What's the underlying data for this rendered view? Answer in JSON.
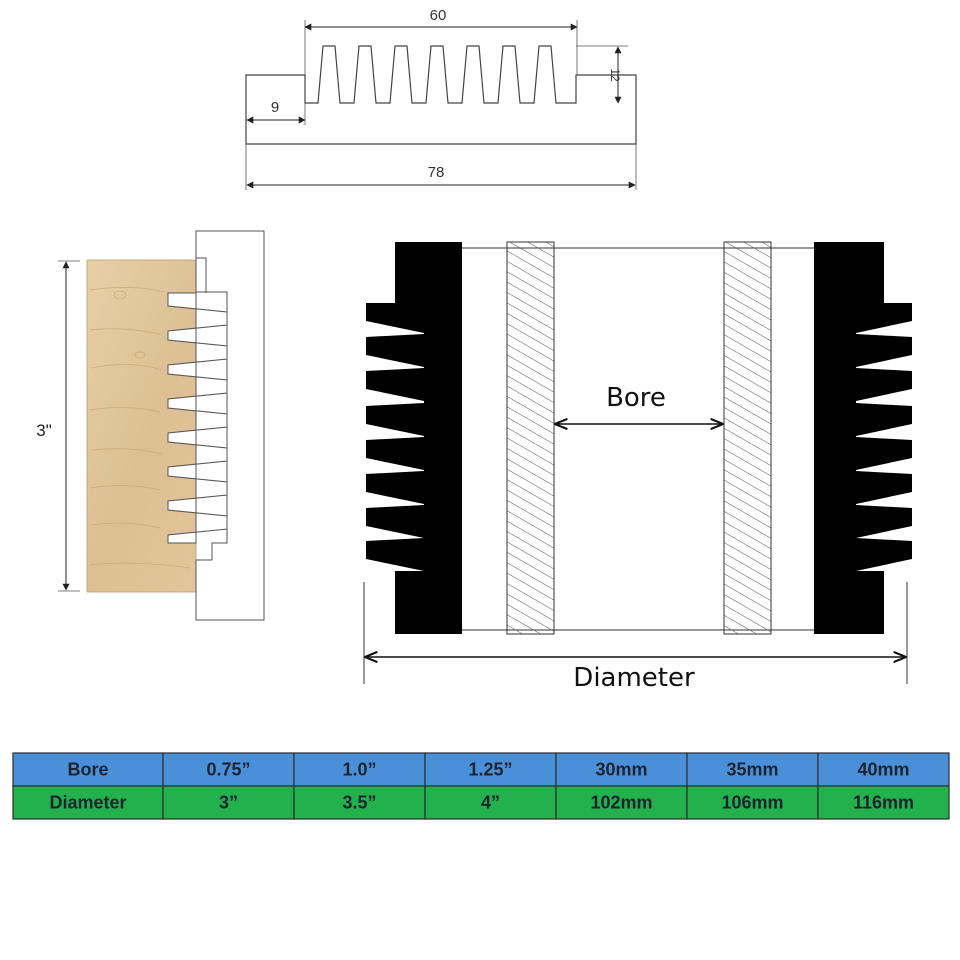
{
  "profile_drawing": {
    "dim_width_fingers": "60",
    "dim_height": "12",
    "dim_shoulder": "9",
    "dim_total": "78"
  },
  "joint_drawing": {
    "dim_height": "3\""
  },
  "cutter_drawing": {
    "bore_label": "Bore",
    "diameter_label": "Diameter"
  },
  "size_table": {
    "rows": [
      {
        "header": "Bore",
        "cells": [
          "0.75”",
          "1.0”",
          "1.25”",
          "30mm",
          "35mm",
          "40mm"
        ],
        "color": "#4a90d9"
      },
      {
        "header": "Diameter",
        "cells": [
          "3”",
          "3.5”",
          "4”",
          "102mm",
          "106mm",
          "116mm"
        ],
        "color": "#22b14c"
      }
    ]
  }
}
